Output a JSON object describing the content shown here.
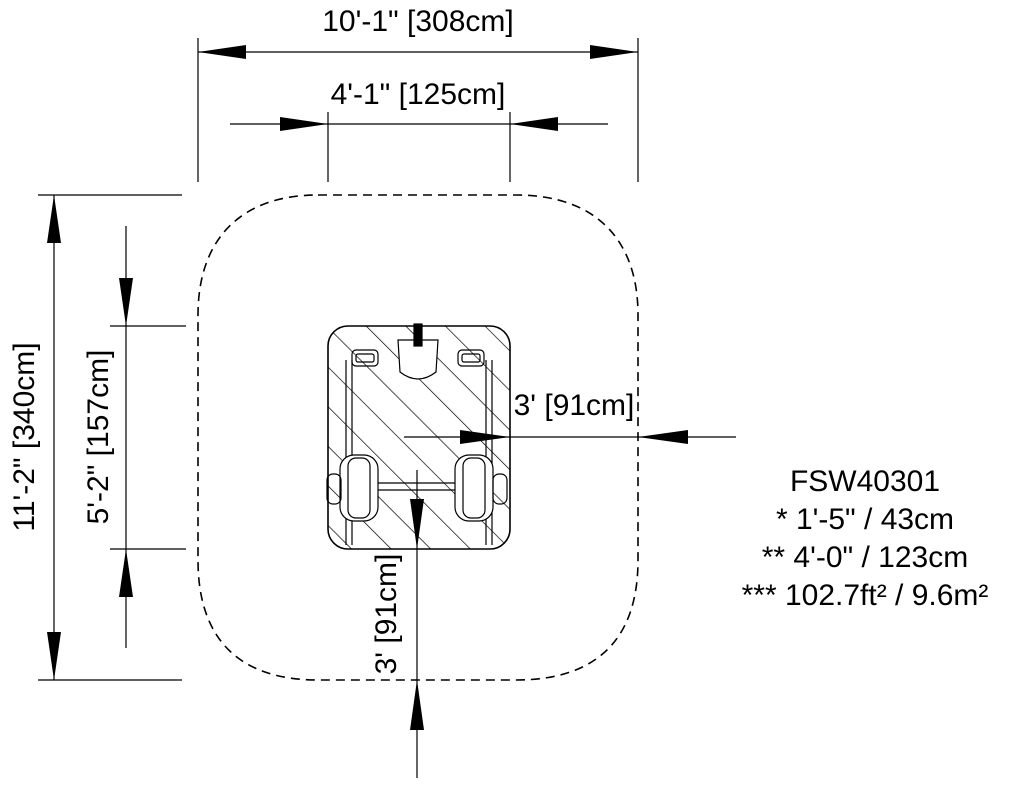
{
  "dimensions": {
    "overall_width": "10'-1\" [308cm]",
    "equipment_width": "4'-1\" [125cm]",
    "overall_depth": "11'-2\" [340cm]",
    "equipment_depth": "5'-2\" [157cm]",
    "side_clearance": "3' [91cm]",
    "front_clearance": "3' [91cm]"
  },
  "info": {
    "model": "FSW40301",
    "line1": "* 1'-5\" / 43cm",
    "line2": "** 4'-0\" / 123cm",
    "line3": "*** 102.7ft² / 9.6m²"
  }
}
